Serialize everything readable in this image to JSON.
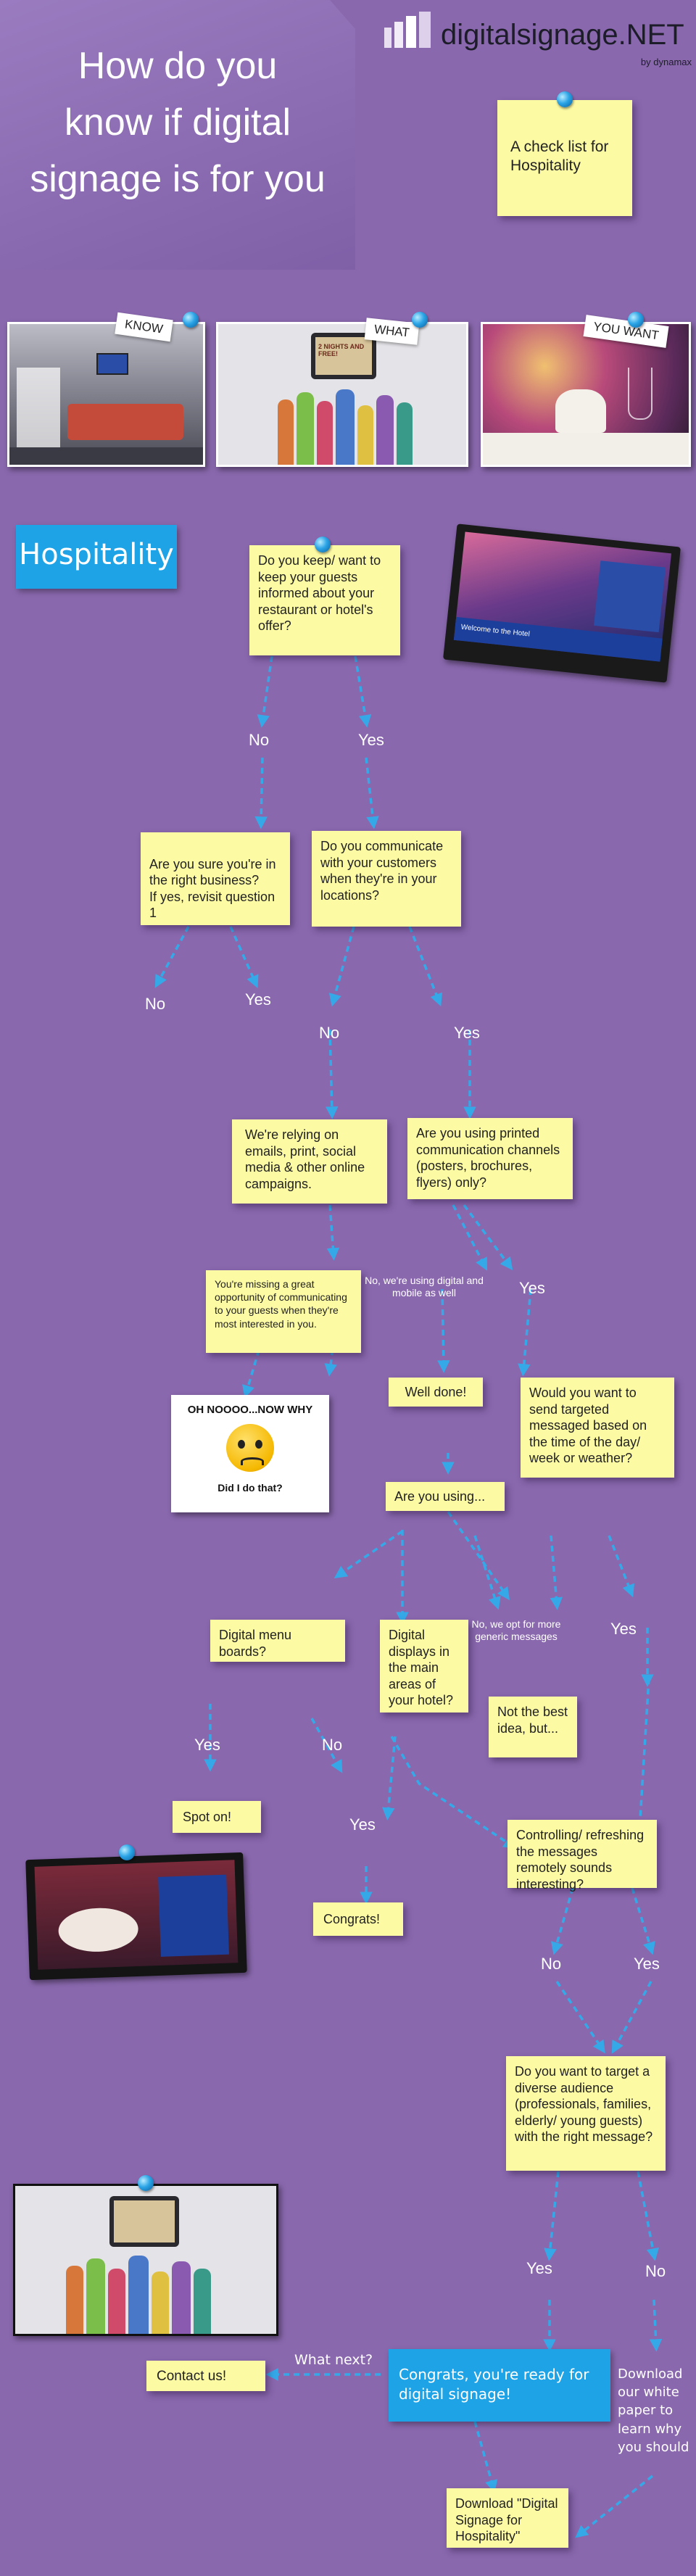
{
  "header": {
    "title": "How do you know if digital signage is for you",
    "logo_text": "digitalsignage.NET",
    "logo_sub": "by dynamax",
    "checklist_note": "A check list for Hospitality"
  },
  "top_photos": [
    {
      "tag": "KNOW"
    },
    {
      "tag": "WHAT"
    },
    {
      "tag": "YOU WANT"
    }
  ],
  "section_label": "Hospitality",
  "poster_text": {
    "title": "2 NIGHTS AND FREE!",
    "screen_caption": "Welcome to the Hotel"
  },
  "oh_no": {
    "top": "OH NOOOO...NOW WHY",
    "bottom": "Did I do that?"
  },
  "notes": {
    "q1": "Do you keep/ want to keep your guests informed about your restaurant or hotel's offer?",
    "q_sure": "Are you sure you're in the right business?\nIf yes, revisit question 1",
    "q_communicate": "Do you communicate with your customers when they're in your locations?",
    "relying": "We're relying on emails, print, social media & other online campaigns.",
    "printed": "Are you using printed communication channels (posters, brochures, flyers) only?",
    "missing": "You're missing a great opportunity of communicating to your guests when they're most interested in you.",
    "well_done": "Well done!",
    "targeted": "Would you want to send targeted messaged based on the time of the day/ week or weather?",
    "are_you_using": "Are you using...",
    "menu_boards": "Digital menu boards?",
    "digital_displays": "Digital displays in the main areas of your hotel?",
    "not_best": "Not the best idea, but...",
    "spot_on": "Spot on!",
    "controlling": "Controlling/ refreshing the messages remotely sounds interesting?",
    "congrats_small": "Congrats!",
    "diverse": "Do you want to target a diverse audience (professionals, families, elderly/ young guests) with the right message?",
    "contact": "Contact us!",
    "download_guide": "Download \"Digital Signage for Hospitality\""
  },
  "labels": {
    "no1": "No",
    "yes1": "Yes",
    "no2": "No",
    "yes2": "Yes",
    "no3": "No",
    "yes3": "Yes",
    "no_digital": "No, we're using digital and mobile as well",
    "yes4": "Yes",
    "no_generic": "No, we opt for more generic messages",
    "yes5": "Yes",
    "yes6": "Yes",
    "no6": "No",
    "yes7": "Yes",
    "no7": "No",
    "yes8": "Yes",
    "yes9": "Yes",
    "no9": "No",
    "what_next": "What next?",
    "final_congrats": "Congrats, you're ready for digital signage!",
    "download_white": "Download our white paper to learn why you should"
  },
  "colors": {
    "background": "#8a68ae",
    "note": "#fdfaa4",
    "accent_blue": "#1ea3e6",
    "arrow": "#35a8e8"
  }
}
